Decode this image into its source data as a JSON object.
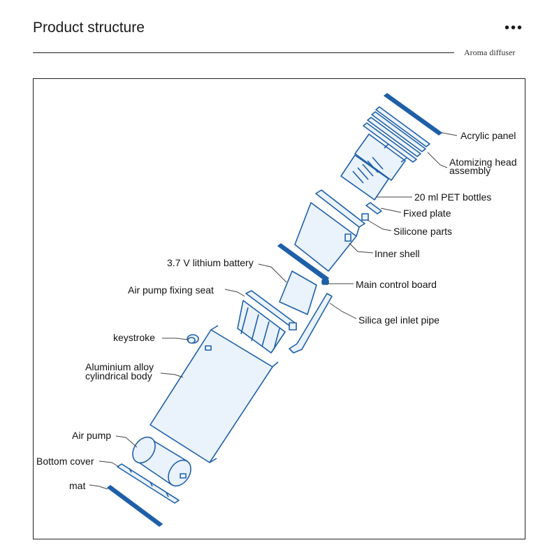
{
  "header": {
    "title": "Product structure",
    "menu_icon": "more-horizontal-icon",
    "subtitle": "Aroma diffuser"
  },
  "diagram": {
    "stroke_color": "#1f5fa8",
    "fill_color": "#eaf2fb",
    "labels": {
      "acrylic_panel": "Acrylic panel",
      "atomizing_head_line1": "Atomizing head",
      "atomizing_head_line2": "assembly",
      "pet_bottles": "20 ml PET bottles",
      "fixed_plate": "Fixed plate",
      "silicone_parts": "Silicone parts",
      "inner_shell": "Inner shell",
      "lithium_battery": "3.7 V lithium battery",
      "main_control_board": "Main control board",
      "air_pump_fixing_seat": "Air pump fixing seat",
      "silica_gel_inlet_pipe": "Silica gel inlet pipe",
      "keystroke": "keystroke",
      "aluminium_body_line1": "Aluminium alloy",
      "aluminium_body_line2": "cylindrical body",
      "air_pump": "Air pump",
      "bottom_cover": "Bottom cover",
      "mat": "mat"
    }
  }
}
